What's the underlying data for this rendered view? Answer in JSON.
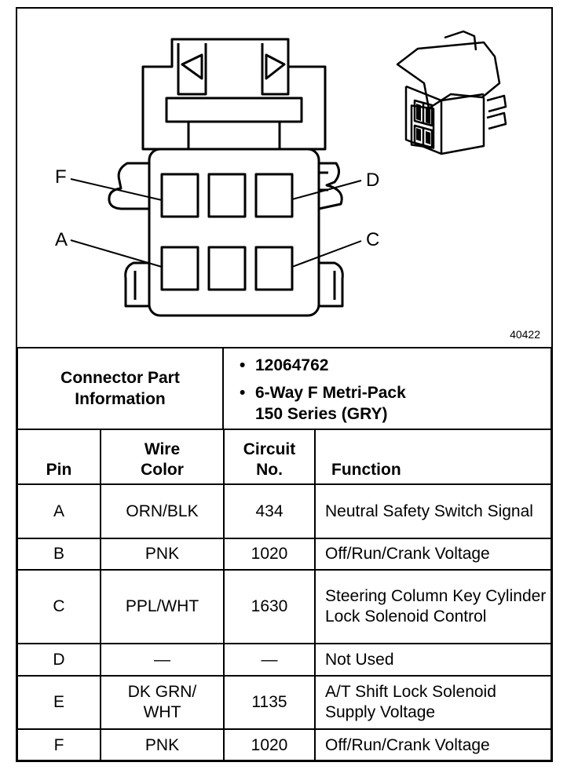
{
  "diagram": {
    "callouts": {
      "F": "F",
      "D": "D",
      "A": "A",
      "C": "C"
    },
    "figure_number": "40422"
  },
  "connector_info": {
    "label": "Connector Part\nInformation",
    "items": [
      "12064762",
      "6-Way F Metri-Pack\n150 Series (GRY)"
    ],
    "bullet": "•"
  },
  "table": {
    "headers": {
      "pin": "Pin",
      "wire_color": "Wire\nColor",
      "circuit": "Circuit\nNo.",
      "function": "Function"
    },
    "rows": [
      {
        "pin": "A",
        "wire": "ORN/BLK",
        "circuit": "434",
        "function": "Neutral Safety Switch Signal"
      },
      {
        "pin": "B",
        "wire": "PNK",
        "circuit": "1020",
        "function": "Off/Run/Crank Voltage"
      },
      {
        "pin": "C",
        "wire": "PPL/WHT",
        "circuit": "1630",
        "function": "Steering Column Key Cylinder Lock Solenoid Control"
      },
      {
        "pin": "D",
        "wire": "—",
        "circuit": "—",
        "function": "Not Used"
      },
      {
        "pin": "E",
        "wire": "DK GRN/\nWHT",
        "circuit": "1135",
        "function": "A/T Shift Lock Solenoid Supply Voltage"
      },
      {
        "pin": "F",
        "wire": "PNK",
        "circuit": "1020",
        "function": "Off/Run/Crank Voltage"
      }
    ]
  }
}
